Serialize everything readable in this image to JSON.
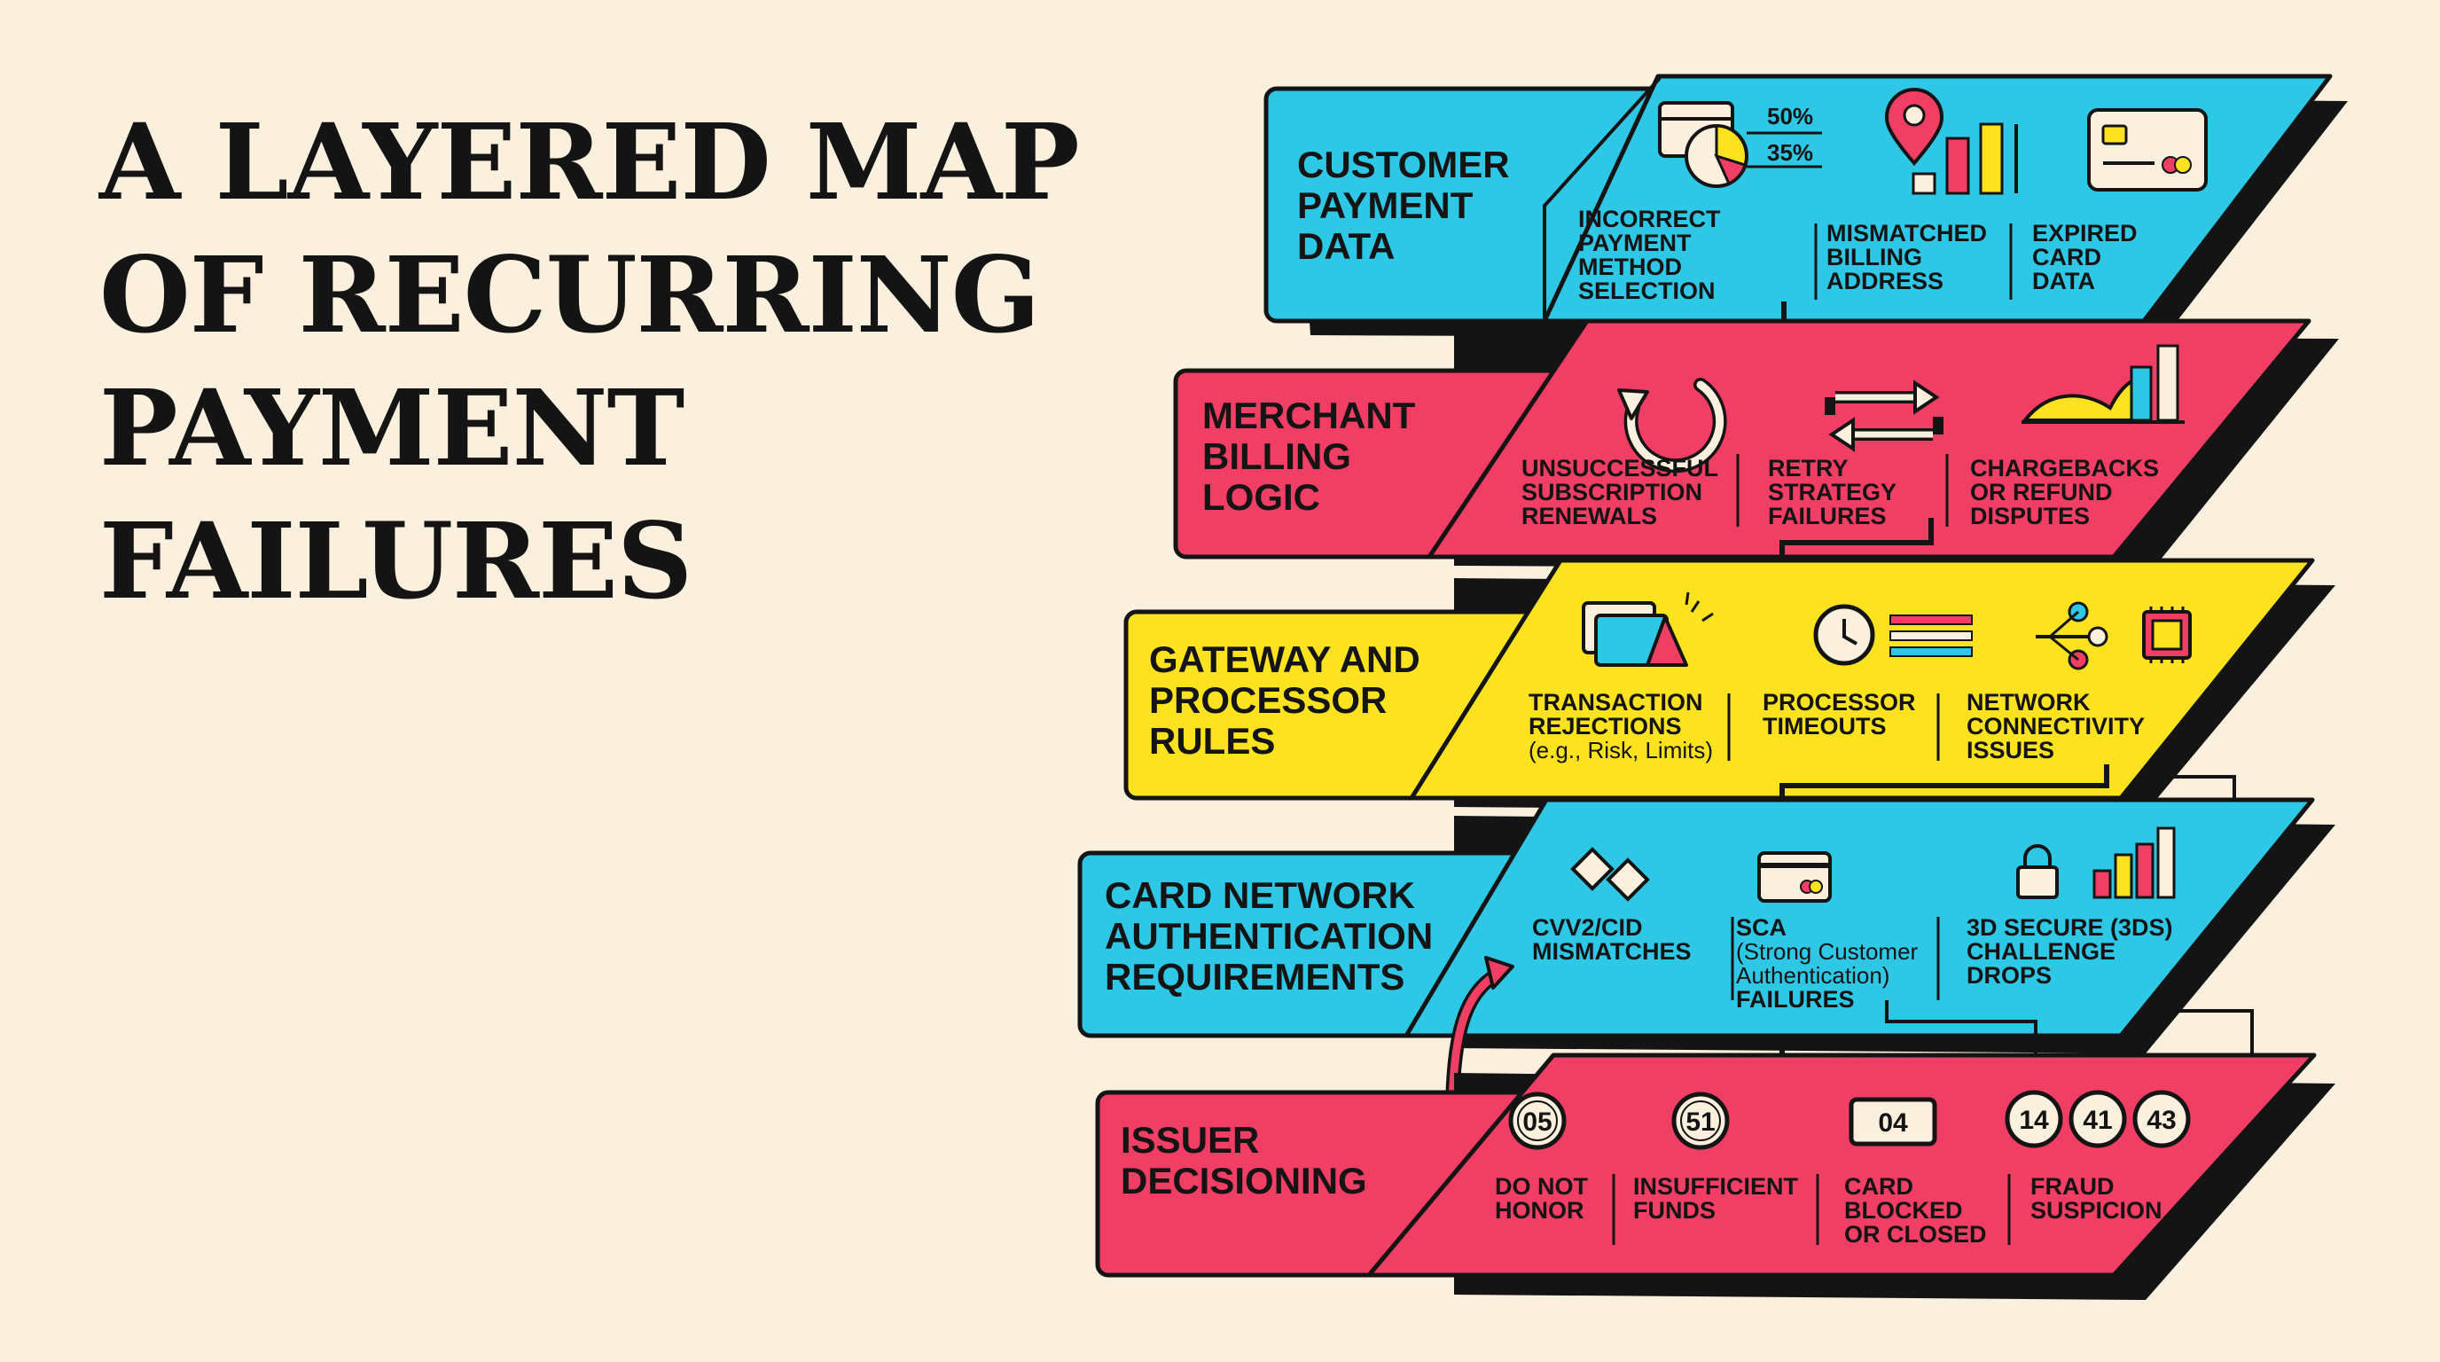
{
  "title": {
    "lines": [
      "A LAYERED MAP",
      "OF RECURRING",
      "PAYMENT",
      "FAILURES"
    ]
  },
  "colors": {
    "background": "#fbefdd",
    "blue": "#2ec8e6",
    "pink": "#f03e65",
    "yellow": "#fde21f",
    "ink": "#141414"
  },
  "layers": [
    {
      "name": [
        "CUSTOMER",
        "PAYMENT",
        "DATA"
      ],
      "color": "blue",
      "icon_texts": {
        "pct_1": "50%",
        "pct_2": "35%"
      },
      "items": [
        {
          "icon": "pie-chart-icon",
          "lines": [
            "INCORRECT",
            "PAYMENT",
            "METHOD",
            "SELECTION"
          ]
        },
        {
          "icon": "location-pin-bar-chart-icon",
          "lines": [
            "MISMATCHED",
            "BILLING",
            "ADDRESS"
          ]
        },
        {
          "icon": "credit-card-icon",
          "lines": [
            "EXPIRED",
            "CARD",
            "DATA"
          ]
        }
      ]
    },
    {
      "name": [
        "MERCHANT",
        "BILLING",
        "LOGIC"
      ],
      "color": "pink",
      "items": [
        {
          "icon": "refresh-icon",
          "lines": [
            "UNSUCCESSFUL",
            "SUBSCRIPTION",
            "RENEWALS"
          ]
        },
        {
          "icon": "retry-arrows-icon",
          "lines": [
            "RETRY",
            "STRATEGY",
            "FAILURES"
          ]
        },
        {
          "icon": "area-bar-chart-icon",
          "lines": [
            "CHARGEBACKS",
            "OR REFUND",
            "DISPUTES"
          ]
        }
      ]
    },
    {
      "name": [
        "GATEWAY AND",
        "PROCESSOR",
        "RULES"
      ],
      "color": "yellow",
      "items": [
        {
          "icon": "rejected-cards-icon",
          "lines": [
            "TRANSACTION",
            "REJECTIONS"
          ],
          "sub": [
            "(e.g., Risk, Limits)"
          ]
        },
        {
          "icon": "clock-icon",
          "lines": [
            "PROCESSOR",
            "TIMEOUTS"
          ]
        },
        {
          "icon": "network-chip-icon",
          "lines": [
            "NETWORK",
            "CONNECTIVITY",
            "ISSUES"
          ]
        }
      ]
    },
    {
      "name": [
        "CARD NETWORK",
        "AUTHENTICATION",
        "REQUIREMENTS"
      ],
      "color": "blue",
      "items": [
        {
          "icon": "diamond-cards-icon",
          "lines": [
            "CVV2/CID",
            "MISMATCHES"
          ]
        },
        {
          "icon": "card-icon",
          "lines": [
            "SCA"
          ],
          "sub": [
            "(Strong Customer",
            "Authentication)"
          ],
          "after": [
            "FAILURES"
          ]
        },
        {
          "icon": "lock-bar-chart-icon",
          "lines": [
            "3D SECURE (3DS)",
            "CHALLENGE",
            "DROPS"
          ]
        }
      ]
    },
    {
      "name": [
        "ISSUER",
        "DECISIONING"
      ],
      "color": "pink",
      "items": [
        {
          "icon": "code-05-badge",
          "codes": [
            "05"
          ],
          "lines": [
            "DO NOT",
            "HONOR"
          ]
        },
        {
          "icon": "code-51-badge",
          "codes": [
            "51"
          ],
          "lines": [
            "INSUFFICIENT",
            "FUNDS"
          ]
        },
        {
          "icon": "code-04-badge",
          "codes": [
            "04"
          ],
          "lines": [
            "CARD",
            "BLOCKED",
            "OR CLOSED"
          ]
        },
        {
          "icon": "code-14-41-43-badges",
          "codes": [
            "14",
            "41",
            "43"
          ],
          "lines": [
            "FRAUD",
            "SUSPICION"
          ]
        }
      ]
    }
  ]
}
